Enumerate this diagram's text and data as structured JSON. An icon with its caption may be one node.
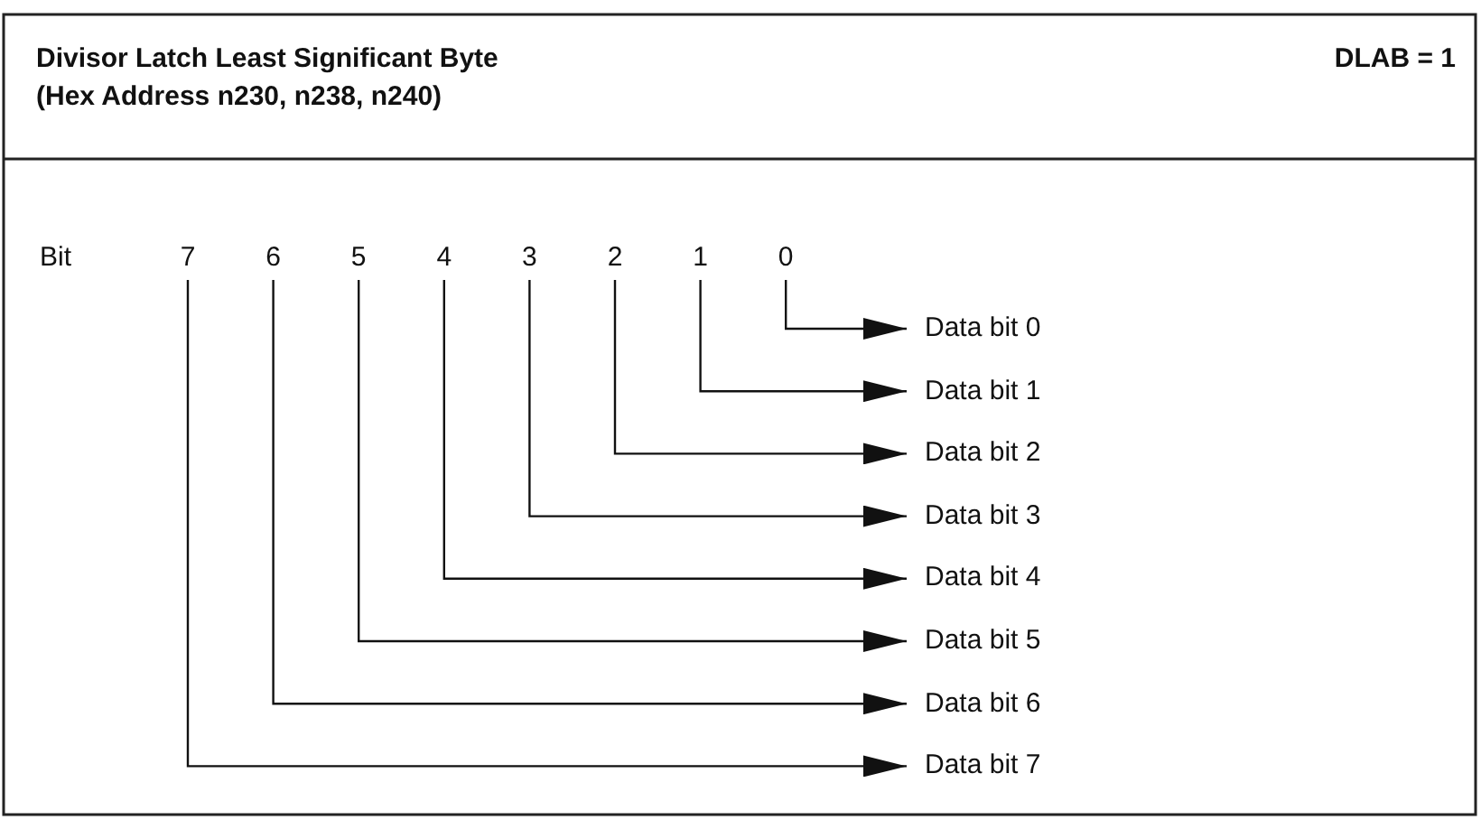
{
  "diagram": {
    "title": "Divisor Latch Least Significant Byte",
    "nodes": [
      {
        "text": [
          "7"
        ]
      },
      {
        "text": [
          "6"
        ]
      },
      {
        "text": [
          "5"
        ]
      },
      {
        "text": [
          "4"
        ]
      },
      {
        "text": [
          "3"
        ]
      },
      {
        "text": [
          "2"
        ]
      },
      {
        "text": [
          "1"
        ]
      },
      {
        "text": [
          "0"
        ]
      },
      {
        "text": [
          "Data bit 0"
        ]
      },
      {
        "text": [
          "Data bit 1"
        ]
      },
      {
        "text": [
          "Data bit 2"
        ]
      },
      {
        "text": [
          "Data bit 3"
        ]
      },
      {
        "text": [
          "Data bit 4"
        ]
      },
      {
        "text": [
          "Data bit 5"
        ]
      },
      {
        "text": [
          "Data bit 6"
        ]
      },
      {
        "text": [
          "Data bit 7"
        ]
      }
    ],
    "edges": [
      {
        "from": 7,
        "to": 8,
        "arrow": "to"
      },
      {
        "from": 6,
        "to": 9,
        "arrow": "to"
      },
      {
        "from": 5,
        "to": 10,
        "arrow": "to"
      },
      {
        "from": 4,
        "to": 11,
        "arrow": "to"
      },
      {
        "from": 3,
        "to": 12,
        "arrow": "to"
      },
      {
        "from": 2,
        "to": 13,
        "arrow": "to"
      },
      {
        "from": 1,
        "to": 14,
        "arrow": "to"
      },
      {
        "from": 0,
        "to": 15,
        "arrow": "to"
      }
    ],
    "labels": [
      "(Hex Address n230, n238, n240)",
      "DLAB = 1",
      "Bit"
    ]
  }
}
